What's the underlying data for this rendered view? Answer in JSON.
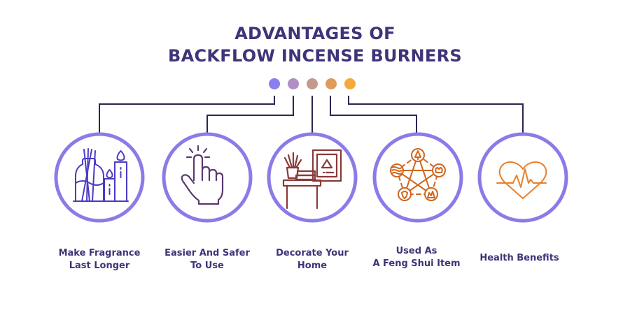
{
  "title": {
    "line1": "ADVANTAGES OF",
    "line2": "BACKFLOW INCENSE BURNERS"
  },
  "colors": {
    "title": "#3d3479",
    "connector": "#2b2550",
    "circle_ring": "#8b7be8",
    "dots": [
      "#8a7ef0",
      "#b08fc4",
      "#c49a8e",
      "#e09a5c",
      "#f5a93a"
    ],
    "icon_purple": "#4a3bc4",
    "icon_plum": "#5a3a6e",
    "icon_brown": "#8a3a38",
    "icon_orange": "#d0661e",
    "icon_orange_light": "#e8802a"
  },
  "items": [
    {
      "label_line1": "Make Fragrance",
      "label_line2": "Last Longer",
      "icon": "reed-diffuser-candles-icon"
    },
    {
      "label_line1": "Easier And Safer",
      "label_line2": "To Use",
      "icon": "tap-hand-icon"
    },
    {
      "label_line1": "Decorate Your",
      "label_line2": "Home",
      "icon": "home-decor-icon"
    },
    {
      "label_line1": "Used As",
      "label_line2": "A Feng Shui Item",
      "icon": "five-elements-pentagram-icon"
    },
    {
      "label_line1": "Health Benefits",
      "label_line2": "",
      "icon": "heartbeat-icon"
    }
  ]
}
